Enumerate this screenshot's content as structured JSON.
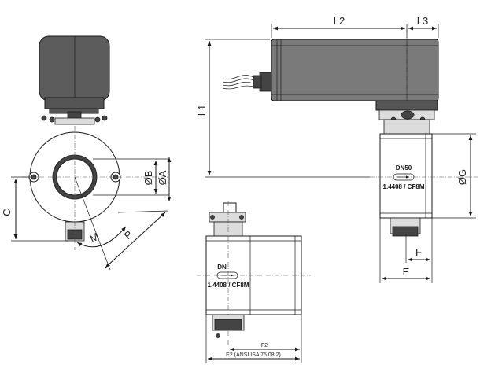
{
  "labels": {
    "L1": "L1",
    "L2": "L2",
    "L3": "L3",
    "C": "C",
    "M": "M",
    "P": "P",
    "dB": "ØB",
    "dA": "ØA",
    "dG": "ØG",
    "E": "E",
    "F": "F",
    "F2": "F2",
    "E2": "E2 (ANSI ISA 75.08.2)"
  },
  "markings": {
    "side": {
      "dn": "DN50",
      "material": "1.4408 / CF8M"
    },
    "bottom": {
      "dn": "DN",
      "material": "1.4408 / CF8M"
    }
  }
}
